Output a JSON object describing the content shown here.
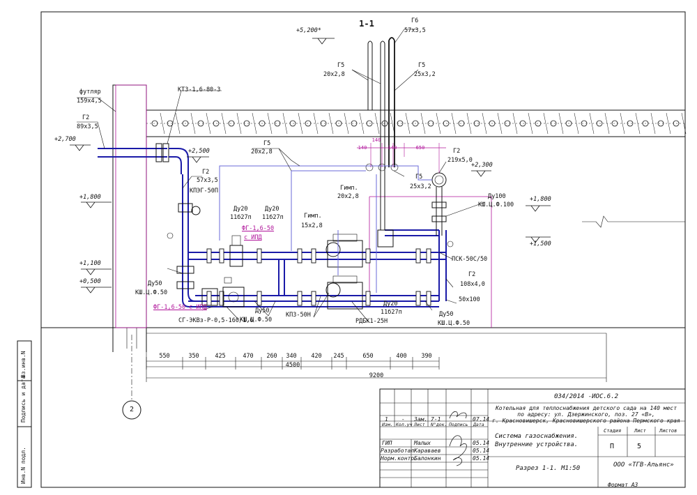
{
  "drawing": {
    "section_title": "1-1",
    "elevations": {
      "e5200": "+5,200*",
      "e2700": "+2,700",
      "e2500": "+2,500",
      "e2300": "+2,300",
      "e1800l": "+1,800",
      "e1800r": "+1,800",
      "e1500": "+1,500",
      "e1100": "+1,100",
      "e0500": "+0,500"
    },
    "labels": {
      "g6": "Г6",
      "g6_size": "57х3,5",
      "g5_left": "Г5",
      "g5_left_size": "20х2,8",
      "g5_right": "Г5",
      "g5_right_size": "25х3,2",
      "kt3": "КТЗ-1,6-80-3",
      "futlyar": "футляр",
      "futlyar_size": "159х4,5",
      "g2_top": "Г2",
      "g2_top_size": "89х3,5",
      "g5_mid": "Г5",
      "g5_mid_size": "20х2,8",
      "g2_a": "Г2",
      "g2_a_size": "57х3,5",
      "kpeg": "КПЭГ-50П",
      "g2_right": "Г2",
      "g2_right_size": "219х5,0",
      "g5_c": "Г5",
      "g5_c_size": "25х3,2",
      "gimp1": "Гимп.",
      "gimp1_size": "20х2,8",
      "gimp2": "Гимп.",
      "gimp2_size": "15х2,8",
      "du20_a": "Ду20",
      "du20_a_sub": "11б27п",
      "du20_b": "Ду20",
      "du20_b_sub": "11б27п",
      "fg_top": "ФГ-1,6-50",
      "fg_top_sub": "с ИПД",
      "du100": "Ду100",
      "du100_sub": "КШ.Ц.Ф.100",
      "du50_l": "Ду50",
      "du50_l_sub": "КШ.Ц.Ф.50",
      "fg_bottom": "ФГ-1,6-50 с ИПД",
      "sg": "СГ-ЭКВз-Р-0,5-160/1,6",
      "du50_m": "Ду50",
      "du50_m_sub": "КШ.Ц.Ф.50",
      "kpz": "КПЗ-50Н",
      "du20_c": "Ду20",
      "du20_c_sub": "11б27п",
      "rdbk": "РДБК1-25Н",
      "psk": "ПСК-50С/50",
      "g2_b": "Г2",
      "g2_b_size": "108х4,0",
      "s50x100": "50х100",
      "du50_r": "Ду50",
      "du50_r_sub": "КШ.Ц.Ф.50",
      "axis": "2"
    },
    "dims_top": [
      "140",
      "140",
      "140",
      "650"
    ],
    "dims_bottom": [
      "550",
      "350",
      "425",
      "470",
      "260",
      "340",
      "420",
      "245",
      "650",
      "400",
      "390"
    ],
    "dim_4500": "4500",
    "dim_9200": "9200"
  },
  "side_stamp": {
    "cells": [
      "Инв.N подл.",
      "Подпись и дата",
      "Вз.инв.N"
    ]
  },
  "title_block": {
    "code": "034/2014 -ИОС.6.2",
    "project_line1": "Котельная для теплоснабжения детского сада на 140 мест",
    "project_line2": "по адресу: ул. Дзержинского, поз. 27 «В»,",
    "project_line3": "г. Красновишерск, Красновишерского района Пермского края",
    "rev_row": [
      "1",
      "-",
      "Зам.",
      "7-1",
      "",
      "07.14"
    ],
    "header_row": [
      "Изм.",
      "Кол.уч",
      "Лист",
      "N°док.",
      "Подпись",
      "Дата"
    ],
    "people": [
      {
        "role": "ГИП",
        "name": "Малых",
        "date": "05.14"
      },
      {
        "role": "Разработал",
        "name": "Караваев",
        "date": "05.14"
      },
      {
        "role": "Норм.контр.",
        "name": "Балонкин",
        "date": "05.14"
      }
    ],
    "system_line1": "Система газоснабжения.",
    "system_line2": "Внутренние устройства.",
    "stage_header": "Стадия",
    "sheet_header": "Лист",
    "sheets_header": "Листов",
    "stage": "П",
    "sheet": "5",
    "sheets": "",
    "section_name": "Разрез 1-1. М1:50",
    "company": "ООО «ТГВ-Альянс»",
    "format": "Формат А3"
  }
}
